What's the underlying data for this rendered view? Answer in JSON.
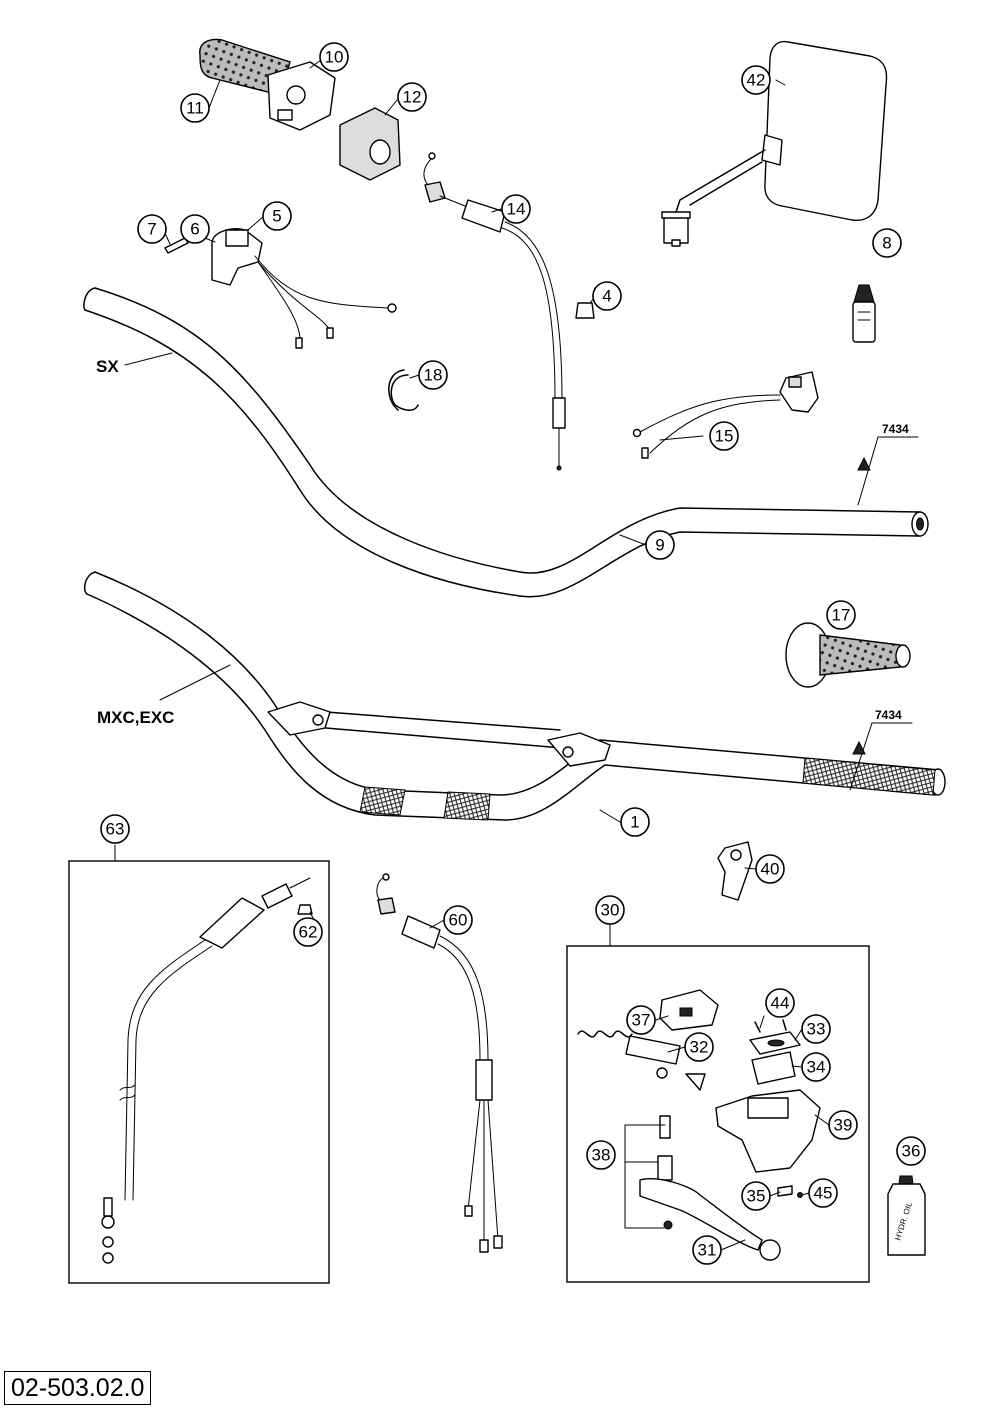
{
  "diagram": {
    "variant_labels": {
      "sx": "SX",
      "mxc_exc": "MXC,EXC"
    },
    "ref_labels": {
      "upper": "7434",
      "lower": "7434"
    },
    "document_number": "02-503.02.0",
    "callouts": {
      "c1": "1",
      "c4": "4",
      "c5": "5",
      "c6": "6",
      "c7": "7",
      "c8": "8",
      "c9": "9",
      "c10": "10",
      "c11": "11",
      "c12": "12",
      "c14": "14",
      "c15": "15",
      "c17": "17",
      "c18": "18",
      "c30": "30",
      "c31": "31",
      "c32": "32",
      "c33": "33",
      "c34": "34",
      "c35": "35",
      "c36": "36",
      "c37": "37",
      "c38": "38",
      "c39": "39",
      "c40": "40",
      "c42": "42",
      "c44": "44",
      "c45": "45",
      "c60": "60",
      "c62": "62",
      "c63": "63"
    },
    "bottle_label": "HYDR. OIL"
  }
}
